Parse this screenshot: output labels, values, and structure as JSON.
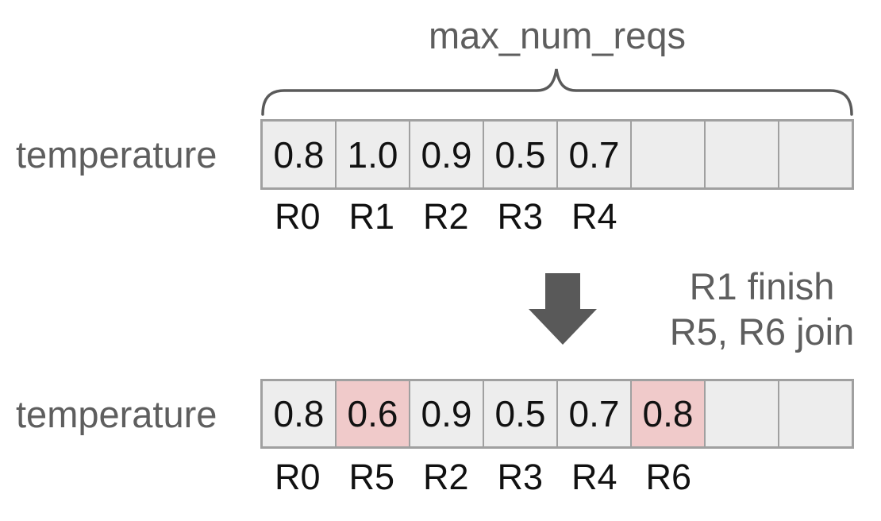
{
  "brace": {
    "label": "max_num_reqs"
  },
  "rows": [
    {
      "label": "temperature",
      "cells": [
        {
          "value": "0.8",
          "highlight": false
        },
        {
          "value": "1.0",
          "highlight": false
        },
        {
          "value": "0.9",
          "highlight": false
        },
        {
          "value": "0.5",
          "highlight": false
        },
        {
          "value": "0.7",
          "highlight": false
        },
        {
          "value": "",
          "highlight": false
        },
        {
          "value": "",
          "highlight": false
        },
        {
          "value": "",
          "highlight": false
        }
      ],
      "request_labels": [
        "R0",
        "R1",
        "R2",
        "R3",
        "R4",
        "",
        "",
        ""
      ]
    },
    {
      "label": "temperature",
      "cells": [
        {
          "value": "0.8",
          "highlight": false
        },
        {
          "value": "0.6",
          "highlight": true
        },
        {
          "value": "0.9",
          "highlight": false
        },
        {
          "value": "0.5",
          "highlight": false
        },
        {
          "value": "0.7",
          "highlight": false
        },
        {
          "value": "0.8",
          "highlight": true
        },
        {
          "value": "",
          "highlight": false
        },
        {
          "value": "",
          "highlight": false
        }
      ],
      "request_labels": [
        "R0",
        "R5",
        "R2",
        "R3",
        "R4",
        "R6",
        "",
        ""
      ]
    }
  ],
  "transition": {
    "arrow_icon": "down-arrow",
    "lines": [
      "R1 finish",
      "R5, R6 join"
    ]
  },
  "colors": {
    "background": "#ffffff",
    "cell_bg": "#ededed",
    "cell_highlight_bg": "#f0caca",
    "cell_border": "#a0a0a0",
    "gray_text": "#5e5e5e",
    "black_text": "#111111",
    "arrow": "#595959",
    "brace": "#5a5a5a"
  }
}
